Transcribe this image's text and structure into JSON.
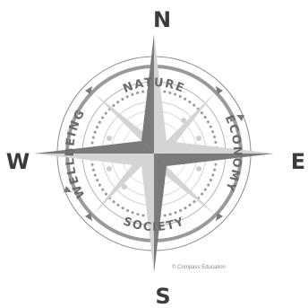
{
  "cardinals": {
    "north": "N",
    "south": "S",
    "east": "E",
    "west": "W"
  },
  "ring_words": {
    "top": "NATURE",
    "right": "ECONOMY",
    "bottom": "SOCIETY",
    "left": "WELLBEING"
  },
  "copyright": "© Compass Education",
  "colors": {
    "cardinal": "#3c3c3c",
    "ring_word": "#6a6a6a",
    "ring": "#8c8c8c",
    "dots": "#9a9a9a",
    "star_dark": "#7a7a7a",
    "star_light": "#d4d4d4"
  }
}
